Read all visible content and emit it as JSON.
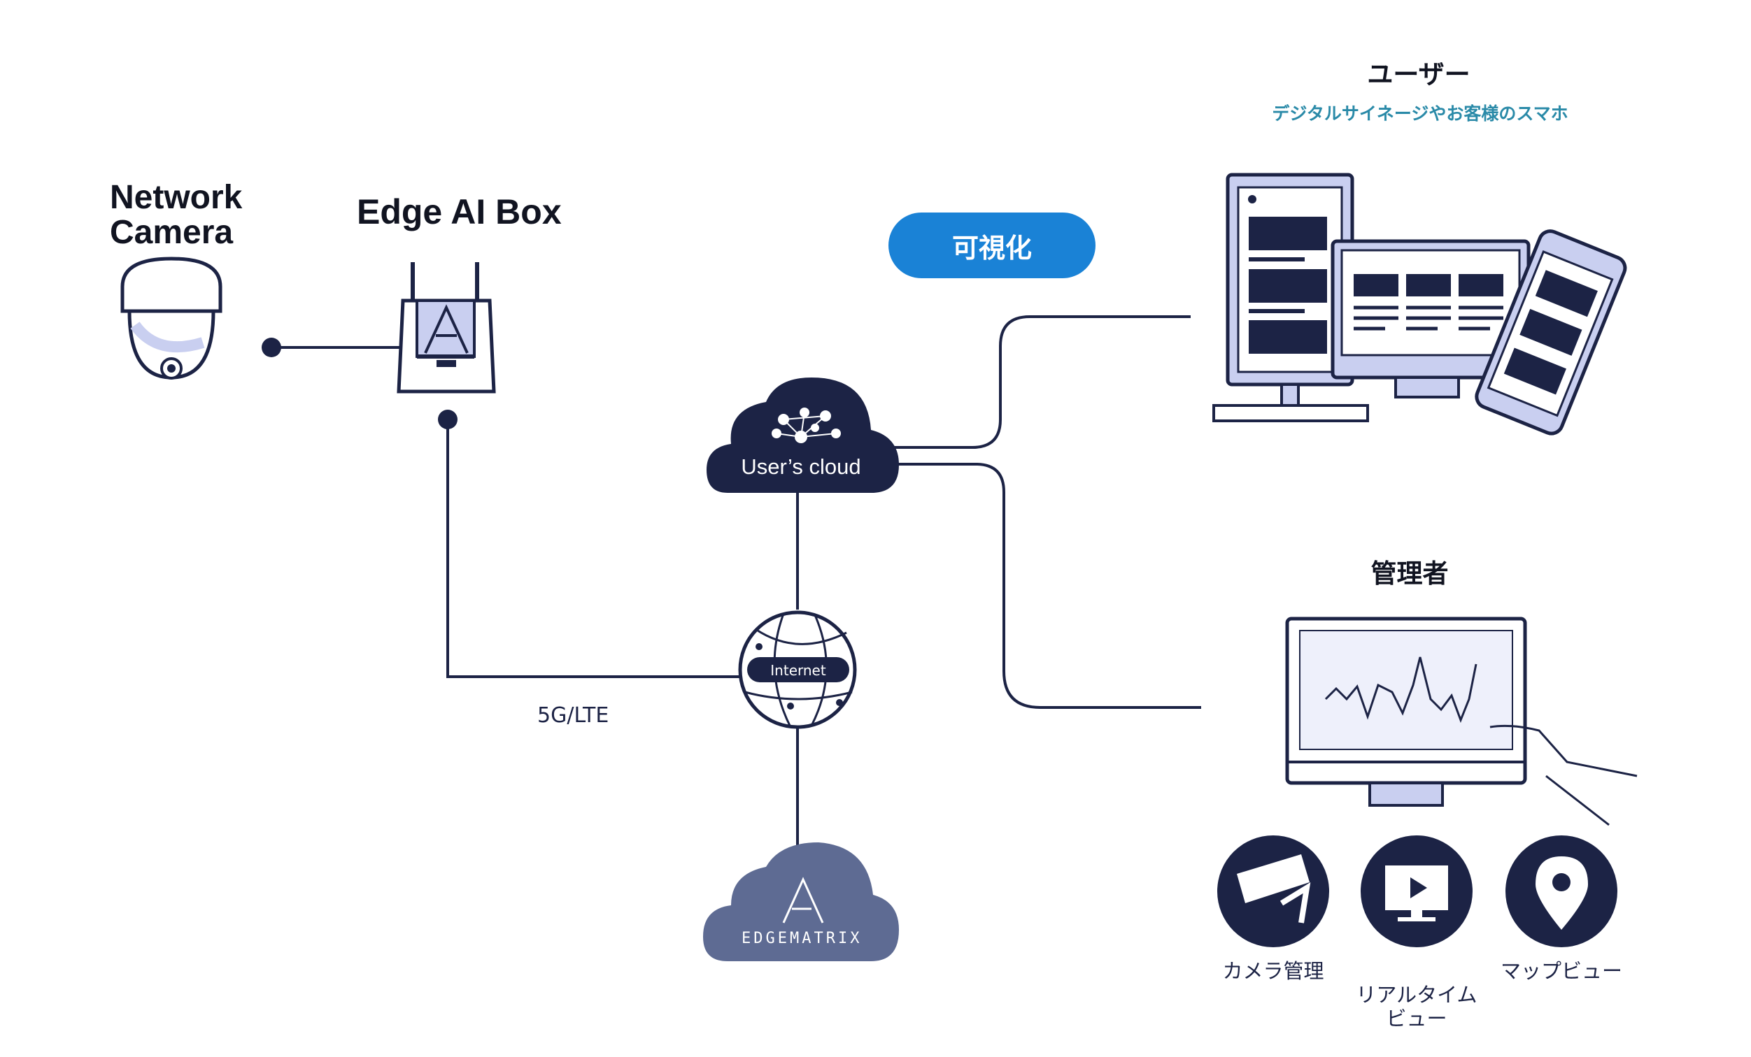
{
  "devices": {
    "camera_label": "Network\nCamera",
    "box_label": "Edge AI Box"
  },
  "visualize_label": "可視化",
  "users": {
    "title": "ユーザー",
    "subtitle": "デジタルサイネージやお客様のスマホ"
  },
  "admin": {
    "title": "管理者"
  },
  "cloud": {
    "users_cloud_label": "User’s cloud",
    "edgematrix_label": "EDGEMATRIX"
  },
  "network": {
    "internet_label": "Internet",
    "link_label": "5G/LTE"
  },
  "features": [
    {
      "label": "カメラ管理",
      "icon": "security-camera-icon"
    },
    {
      "label": "リアルタイム\nビュー",
      "icon": "play-monitor-icon"
    },
    {
      "label": "マップビュー",
      "icon": "map-pin-icon"
    }
  ],
  "colors": {
    "navy": "#1c2345",
    "accent_blue": "#1a82d6",
    "lavender": "#c9cff0",
    "edgematrix_cloud": "#5e6b93",
    "subtitle_teal": "#2a8aa8"
  }
}
